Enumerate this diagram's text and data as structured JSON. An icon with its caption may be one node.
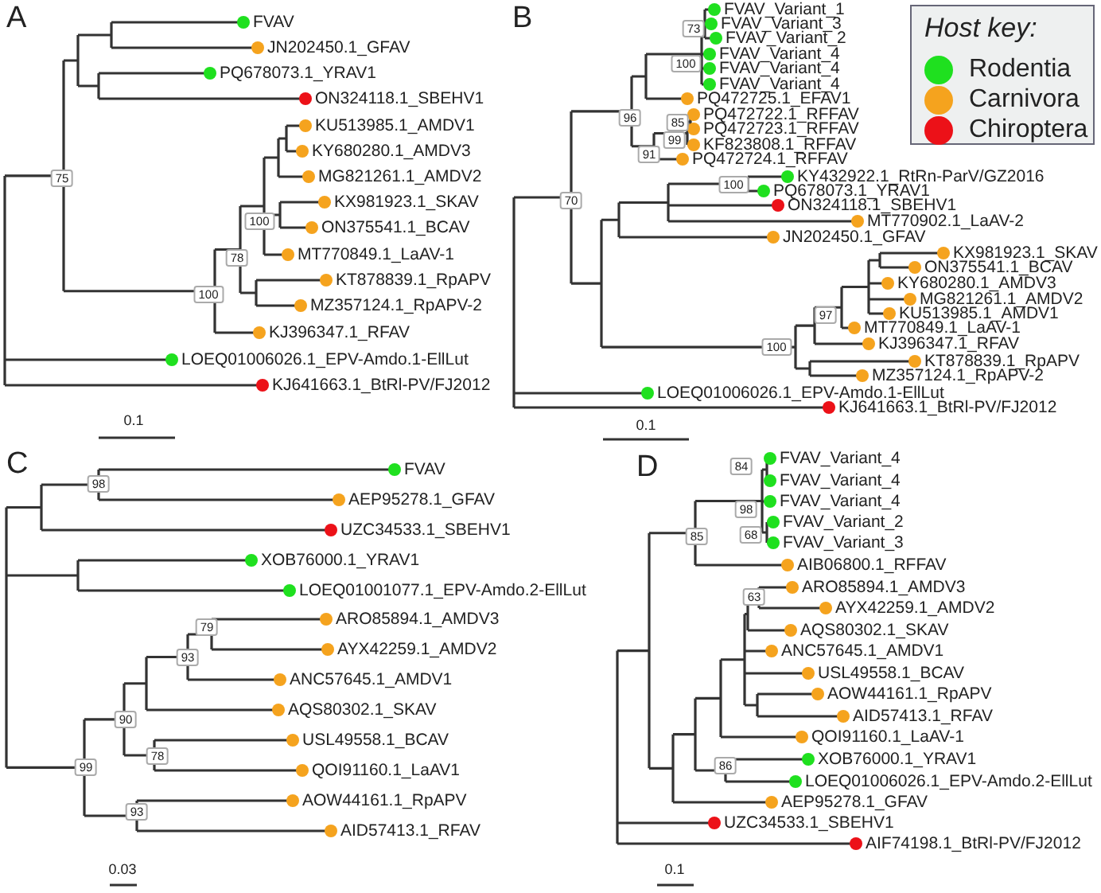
{
  "diagram": {
    "nodes": [
      {
        "text": [
          "FVAV"
        ]
      },
      {
        "text": [
          "JN202450.1_GFAV"
        ]
      },
      {
        "text": [
          "PQ678073.1_YRAV1"
        ]
      },
      {
        "text": [
          "ON324118.1_SBEHV1"
        ]
      },
      {
        "text": [
          "KU513985.1_AMDV1"
        ]
      },
      {
        "text": [
          "KY680280.1_AMDV3"
        ]
      },
      {
        "text": [
          "MG821261.1_AMDV2"
        ]
      },
      {
        "text": [
          "KX981923.1_SKAV"
        ]
      },
      {
        "text": [
          "ON375541.1_BCAV"
        ]
      },
      {
        "text": [
          "MT770849.1_LaAV-1"
        ]
      },
      {
        "text": [
          "KT878839.1_RpAPV"
        ]
      },
      {
        "text": [
          "MZ357124.1_RpAPV-2"
        ]
      },
      {
        "text": [
          "KJ396347.1_RFAV"
        ]
      },
      {
        "text": [
          "LOEQ01006026.1_EPV-Amdo.1-EllLut"
        ]
      },
      {
        "text": [
          "KJ641663.1_BtRl-PV/FJ2012"
        ]
      },
      {
        "text": [
          "FVAV_Variant_1"
        ]
      },
      {
        "text": [
          "FVAV_Variant_3"
        ]
      },
      {
        "text": [
          "FVAV_Variant_2"
        ]
      },
      {
        "text": [
          "FVAV_Variant_4"
        ]
      },
      {
        "text": [
          "FVAV_Variant_4"
        ]
      },
      {
        "text": [
          "FVAV_Variant_4"
        ]
      },
      {
        "text": [
          "PQ472725.1_EFAV1"
        ]
      },
      {
        "text": [
          "PQ472722.1_RFFAV"
        ]
      },
      {
        "text": [
          "PQ472723.1_RFFAV"
        ]
      },
      {
        "text": [
          "KF823808.1_RFFAV"
        ]
      },
      {
        "text": [
          "PQ472724.1_RFFAV"
        ]
      },
      {
        "text": [
          "KY432922.1_RtRn-ParV/GZ2016"
        ]
      },
      {
        "text": [
          "PQ678073.1_YRAV1"
        ]
      },
      {
        "text": [
          "ON324118.1_SBEHV1"
        ]
      },
      {
        "text": [
          "MT770902.1_LaAV-2"
        ]
      },
      {
        "text": [
          "JN202450.1_GFAV"
        ]
      },
      {
        "text": [
          "KX981923.1_SKAV"
        ]
      },
      {
        "text": [
          "ON375541.1_BCAV"
        ]
      },
      {
        "text": [
          "KY680280.1_AMDV3"
        ]
      },
      {
        "text": [
          "MG821261.1_AMDV2"
        ]
      },
      {
        "text": [
          "KU513985.1_AMDV1"
        ]
      },
      {
        "text": [
          "MT770849.1_LaAV-1"
        ]
      },
      {
        "text": [
          "KJ396347.1_RFAV"
        ]
      },
      {
        "text": [
          "KT878839.1_RpAPV"
        ]
      },
      {
        "text": [
          "MZ357124.1_RpAPV-2"
        ]
      },
      {
        "text": [
          "LOEQ01006026.1_EPV-Amdo.1-EllLut"
        ]
      },
      {
        "text": [
          "KJ641663.1_BtRl-PV/FJ2012"
        ]
      },
      {
        "text": [
          "FVAV"
        ]
      },
      {
        "text": [
          "AEP95278.1_GFAV"
        ]
      },
      {
        "text": [
          "UZC34533.1_SBEHV1"
        ]
      },
      {
        "text": [
          "XOB76000.1_YRAV1"
        ]
      },
      {
        "text": [
          "LOEQ01001077.1_EPV-Amdo.2-EllLut"
        ]
      },
      {
        "text": [
          "ARO85894.1_AMDV3"
        ]
      },
      {
        "text": [
          "AYX42259.1_AMDV2"
        ]
      },
      {
        "text": [
          "ANC57645.1_AMDV1"
        ]
      },
      {
        "text": [
          "AQS80302.1_SKAV"
        ]
      },
      {
        "text": [
          "USL49558.1_BCAV"
        ]
      },
      {
        "text": [
          "QOI91160.1_LaAV1"
        ]
      },
      {
        "text": [
          "AOW44161.1_RpAPV"
        ]
      },
      {
        "text": [
          "AID57413.1_RFAV"
        ]
      },
      {
        "text": [
          "FVAV_Variant_4"
        ]
      },
      {
        "text": [
          "FVAV_Variant_4"
        ]
      },
      {
        "text": [
          "FVAV_Variant_4"
        ]
      },
      {
        "text": [
          "FVAV_Variant_2"
        ]
      },
      {
        "text": [
          "FVAV_Variant_3"
        ]
      },
      {
        "text": [
          "AIB06800.1_RFFAV"
        ]
      },
      {
        "text": [
          "ARO85894.1_AMDV3"
        ]
      },
      {
        "text": [
          "AYX42259.1_AMDV2"
        ]
      },
      {
        "text": [
          "AQS80302.1_SKAV"
        ]
      },
      {
        "text": [
          "ANC57645.1_AMDV1"
        ]
      },
      {
        "text": [
          "USL49558.1_BCAV"
        ]
      },
      {
        "text": [
          "AOW44161.1_RpAPV"
        ]
      },
      {
        "text": [
          "AID57413.1_RFAV"
        ]
      },
      {
        "text": [
          "QOI91160.1_LaAV-1"
        ]
      },
      {
        "text": [
          "XOB76000.1_YRAV1"
        ]
      },
      {
        "text": [
          "LOEQ01006026.1_EPV-Amdo.2-EllLut"
        ]
      },
      {
        "text": [
          "AEP95278.1_GFAV"
        ]
      },
      {
        "text": [
          "UZC34533.1_SBEHV1"
        ]
      },
      {
        "text": [
          "AIF74198.1_BtRl-PV/FJ2012"
        ]
      }
    ],
    "labels": [
      "A",
      "75",
      "78",
      "100",
      "100",
      "0.1",
      "B",
      "73",
      "100",
      "96",
      "85",
      "99",
      "91",
      "100",
      "70",
      "97",
      "100",
      "0.1",
      "Host key:",
      "C",
      "98",
      "79",
      "93",
      "90",
      "78",
      "99",
      "93",
      "0.03",
      "D",
      "84",
      "98",
      "68",
      "85",
      "63",
      "86",
      "0.1"
    ],
    "legend": [
      {
        "text": "Rodentia",
        "color": "#1fe01f"
      },
      {
        "text": "Carnivora",
        "color": "#f5a31e"
      },
      {
        "text": "Chiroptera",
        "color": "#ec1118"
      }
    ]
  }
}
